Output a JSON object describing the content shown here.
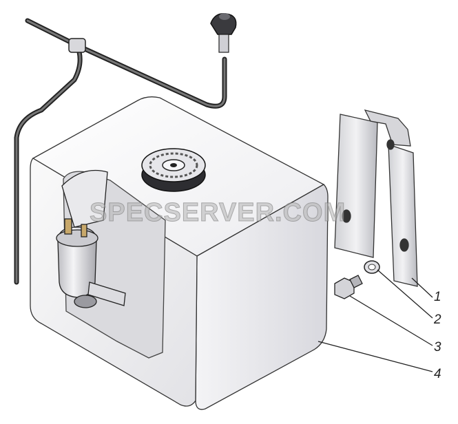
{
  "watermark": "SPECSERVER.COM",
  "callouts": [
    {
      "label": "1"
    },
    {
      "label": "2"
    },
    {
      "label": "3"
    },
    {
      "label": "4"
    }
  ]
}
